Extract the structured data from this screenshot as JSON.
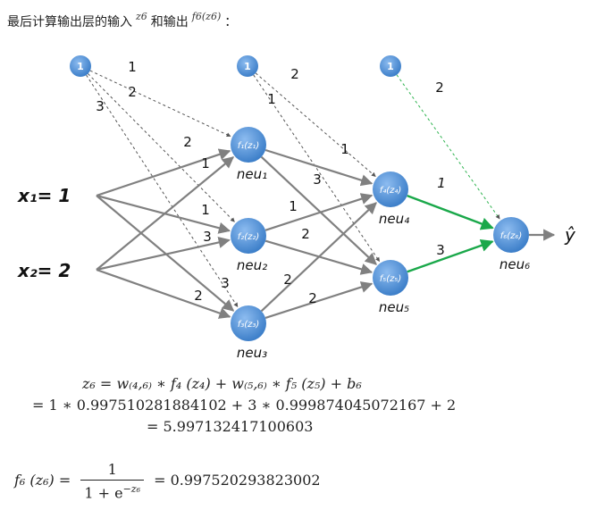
{
  "intro": {
    "prefix": "最后计算输出层的输入",
    "z_symbol": "z6",
    "middle": "和输出",
    "f_symbol": "f6(z6)",
    "suffix": "："
  },
  "diagram": {
    "inputs": [
      {
        "id": "x1",
        "text": "x₁= 1"
      },
      {
        "id": "x2",
        "text": "x₂= 2"
      }
    ],
    "bias_nodes": [
      {
        "id": "b1",
        "label": "1"
      },
      {
        "id": "b2",
        "label": "1"
      },
      {
        "id": "b3",
        "label": "1"
      }
    ],
    "neurons": [
      {
        "id": "n1",
        "inner": "f₁(z₁)",
        "caption": "neu₁"
      },
      {
        "id": "n2",
        "inner": "f₂(z₂)",
        "caption": "neu₂"
      },
      {
        "id": "n3",
        "inner": "f₃(z₃)",
        "caption": "neu₃"
      },
      {
        "id": "n4",
        "inner": "f₄(z₄)",
        "caption": "neu₄"
      },
      {
        "id": "n5",
        "inner": "f₅(z₅)",
        "caption": "neu₅"
      },
      {
        "id": "n6",
        "inner": "f₆(z₆)",
        "caption": "neu₆"
      }
    ],
    "output_symbol": "ŷ",
    "edges": [
      {
        "from": "b1",
        "to": "n1",
        "weight": "1",
        "style": "bias"
      },
      {
        "from": "b1",
        "to": "n2",
        "weight": "2",
        "style": "bias"
      },
      {
        "from": "b1",
        "to": "n3",
        "weight": "3",
        "style": "bias"
      },
      {
        "from": "x1",
        "to": "n1",
        "weight": "2",
        "style": "normal"
      },
      {
        "from": "x1",
        "to": "n2",
        "weight": "1",
        "style": "normal"
      },
      {
        "from": "x1",
        "to": "n3",
        "weight": "3",
        "style": "normal"
      },
      {
        "from": "x2",
        "to": "n1",
        "weight": "1",
        "style": "normal"
      },
      {
        "from": "x2",
        "to": "n2",
        "weight": "3",
        "style": "normal"
      },
      {
        "from": "x2",
        "to": "n3",
        "weight": "2",
        "style": "normal"
      },
      {
        "from": "b2",
        "to": "n4",
        "weight": "2",
        "style": "bias"
      },
      {
        "from": "b2",
        "to": "n5",
        "weight": "1",
        "style": "bias"
      },
      {
        "from": "n1",
        "to": "n4",
        "weight": "1",
        "style": "normal"
      },
      {
        "from": "n1",
        "to": "n5",
        "weight": "3",
        "style": "normal"
      },
      {
        "from": "n2",
        "to": "n4",
        "weight": "1",
        "style": "normal"
      },
      {
        "from": "n2",
        "to": "n5",
        "weight": "2",
        "style": "normal"
      },
      {
        "from": "n3",
        "to": "n4",
        "weight": "2",
        "style": "normal"
      },
      {
        "from": "n3",
        "to": "n5",
        "weight": "2",
        "style": "normal"
      },
      {
        "from": "b3",
        "to": "n6",
        "weight": "2",
        "style": "bias-active"
      },
      {
        "from": "n4",
        "to": "n6",
        "weight": "1",
        "style": "active"
      },
      {
        "from": "n5",
        "to": "n6",
        "weight": "3",
        "style": "active"
      },
      {
        "from": "n6",
        "to": "out",
        "weight": "",
        "style": "normal"
      }
    ]
  },
  "equations": {
    "z6_line1_lhs": "z₆ =",
    "z6_line1_rhs": "w₍₄,₆₎ ∗ f₄ (z₄) + w₍₅,₆₎ ∗ f₅ (z₅) + b₆",
    "z6_line2": "= 1 ∗ 0.997510281884102 + 3 ∗ 0.999874045072167 + 2",
    "z6_line3": "= 5.997132417100603",
    "f6_lhs": "f₆ (z₆) =",
    "f6_num": "1",
    "f6_den_base": "1 + e",
    "f6_den_exp": "−z₆",
    "f6_result": "= 0.997520293823002"
  },
  "colors": {
    "node_fill": "#4b8fd6",
    "node_fill_light": "#8dbcf0",
    "edge_gray": "#808080",
    "edge_dashed": "#555555",
    "edge_active": "#1aa84a",
    "edge_bias_active": "#2eb34f"
  }
}
